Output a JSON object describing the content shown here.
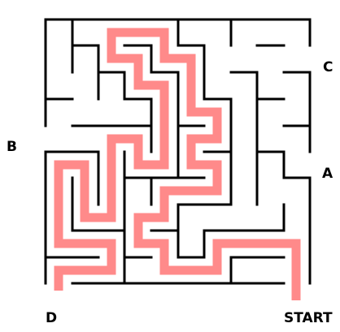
{
  "labels": {
    "c": "C",
    "b": "B",
    "a": "A",
    "d": "D",
    "start": "START"
  },
  "colors": {
    "wall": "#000000",
    "path": "#ff8a8a",
    "background": "#ffffff"
  }
}
